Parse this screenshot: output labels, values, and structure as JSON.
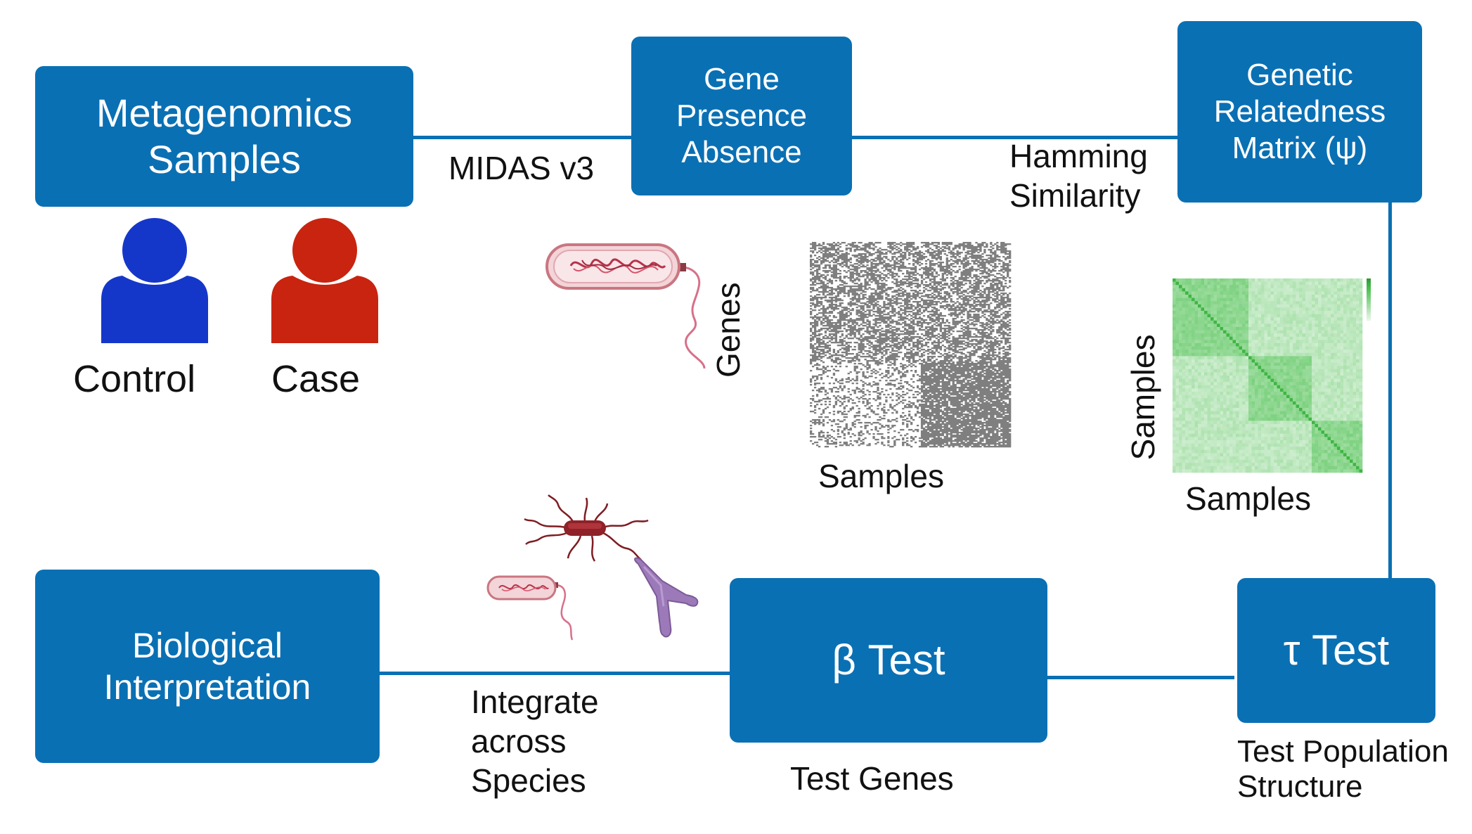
{
  "boxes": {
    "metagenomics": "Metagenomics\nSamples",
    "gene_pa": "Gene\nPresence\nAbsence",
    "grm": "Genetic\nRelatedness\nMatrix (ψ)",
    "bio": "Biological\nInterpretation",
    "beta": "β Test",
    "tau": "τ Test"
  },
  "labels": {
    "midas": "MIDAS v3",
    "hamming": "Hamming\nSimilarity",
    "control": "Control",
    "case": "Case",
    "genes_axis": "Genes",
    "samples_axis_1": "Samples",
    "samples_axis_2_vertical": "Samples",
    "samples_axis_2": "Samples",
    "integrate": "Integrate\nacross\nSpecies",
    "test_genes": "Test Genes",
    "test_pop": "Test Population\nStructure"
  },
  "colors": {
    "box": "#0a70b4",
    "control_person": "#1537c9",
    "case_person": "#c8240f",
    "pa_matrix": "#7f7f7f",
    "grm_matrix": "#4caf50"
  },
  "icons": {
    "control": "person-icon",
    "case": "person-icon",
    "bacterium_main": "flagellated-bacterium-icon",
    "bacterium_small": "flagellated-bacterium-icon",
    "bacterium_hairy": "pili-bacterium-icon",
    "fungus": "branched-fungus-icon"
  }
}
